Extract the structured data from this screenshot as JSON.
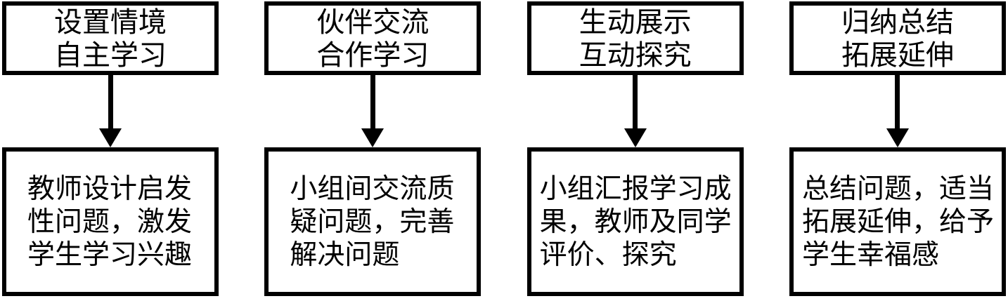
{
  "flowchart": {
    "colors": {
      "border": "#000000",
      "text": "#000000",
      "background": "#ffffff"
    },
    "columns": [
      {
        "stage": "设置情境\n自主学习",
        "detail": "教师设计启发\n性问题，激发\n学生学习兴趣"
      },
      {
        "stage": "伙伴交流\n合作学习",
        "detail": "小组间交流质\n疑问题，完善\n解决问题"
      },
      {
        "stage": "生动展示\n互动探究",
        "detail": "小组汇报学习成\n果，教师及同学\n评价、探究"
      },
      {
        "stage": "归纳总结\n拓展延伸",
        "detail": "总结问题，适当\n拓展延伸，给予\n学生幸福感"
      }
    ]
  }
}
